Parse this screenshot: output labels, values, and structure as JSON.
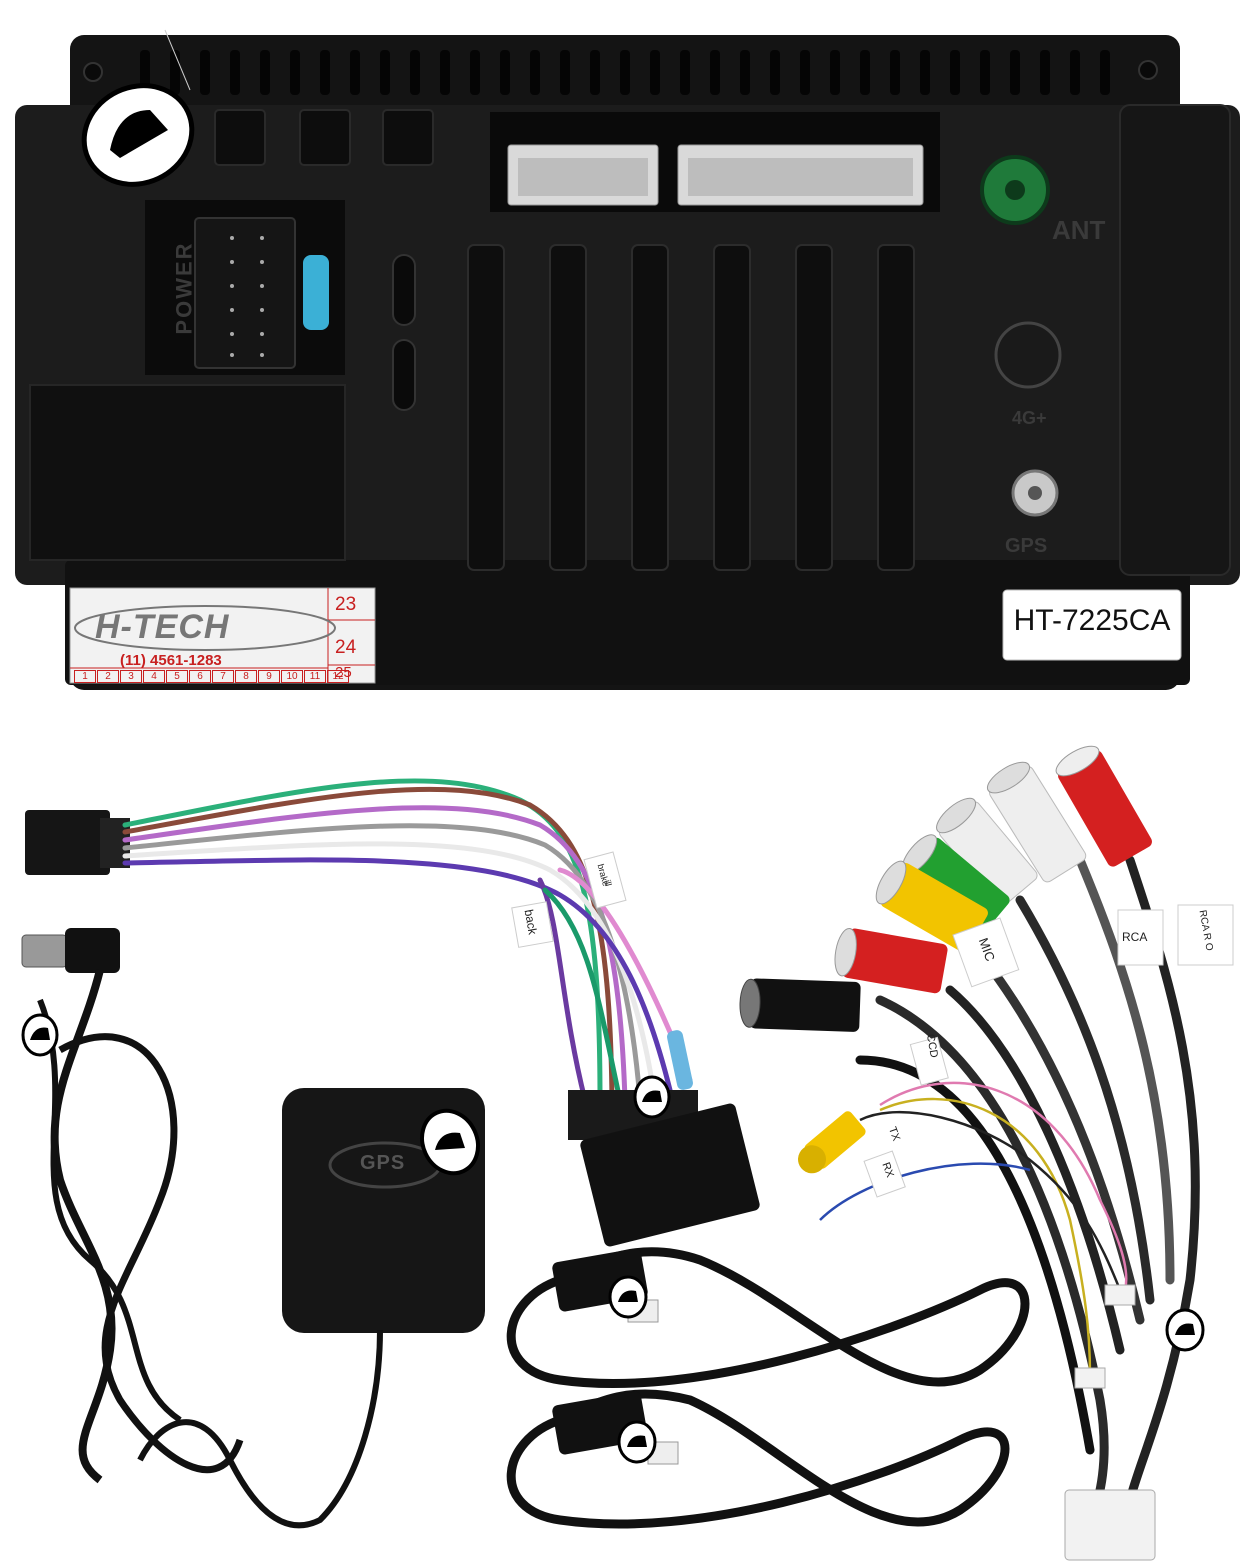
{
  "unit": {
    "power_label": "POWER",
    "ant_label": "ANT",
    "lte_label": "4G+",
    "gps_label": "GPS",
    "model_label": "HT-7225CA"
  },
  "sticker": {
    "brand": "H-TECH",
    "phone": "(11) 4561-1283",
    "num_23": "23",
    "num_24": "24",
    "num_25": "25",
    "pin_numbers": [
      "1",
      "2",
      "3",
      "4",
      "5",
      "6",
      "7",
      "8",
      "9",
      "10",
      "11",
      "12"
    ]
  },
  "accessories": {
    "gps_module_label": "GPS",
    "wire_tag_ccd": "CCD",
    "wire_tag_rx": "RX",
    "wire_tag_tx": "TX",
    "wire_tag_mic": "MIC",
    "wire_tag_rca": "RCA",
    "wire_tag_rca_r": "RCA R O",
    "wire_tag_back": "back",
    "wire_tag_brake": "brake",
    "wire_tag_ill": "ill"
  },
  "colors": {
    "unit_body": "#1a1a1a",
    "rca_red": "#d42020",
    "rca_white": "#eeeeee",
    "rca_yellow": "#f2c400",
    "rca_green": "#22a030",
    "antenna_socket": "#1f7a3a",
    "fuse": "#3bb0d6",
    "sticker_red": "#c82020"
  }
}
